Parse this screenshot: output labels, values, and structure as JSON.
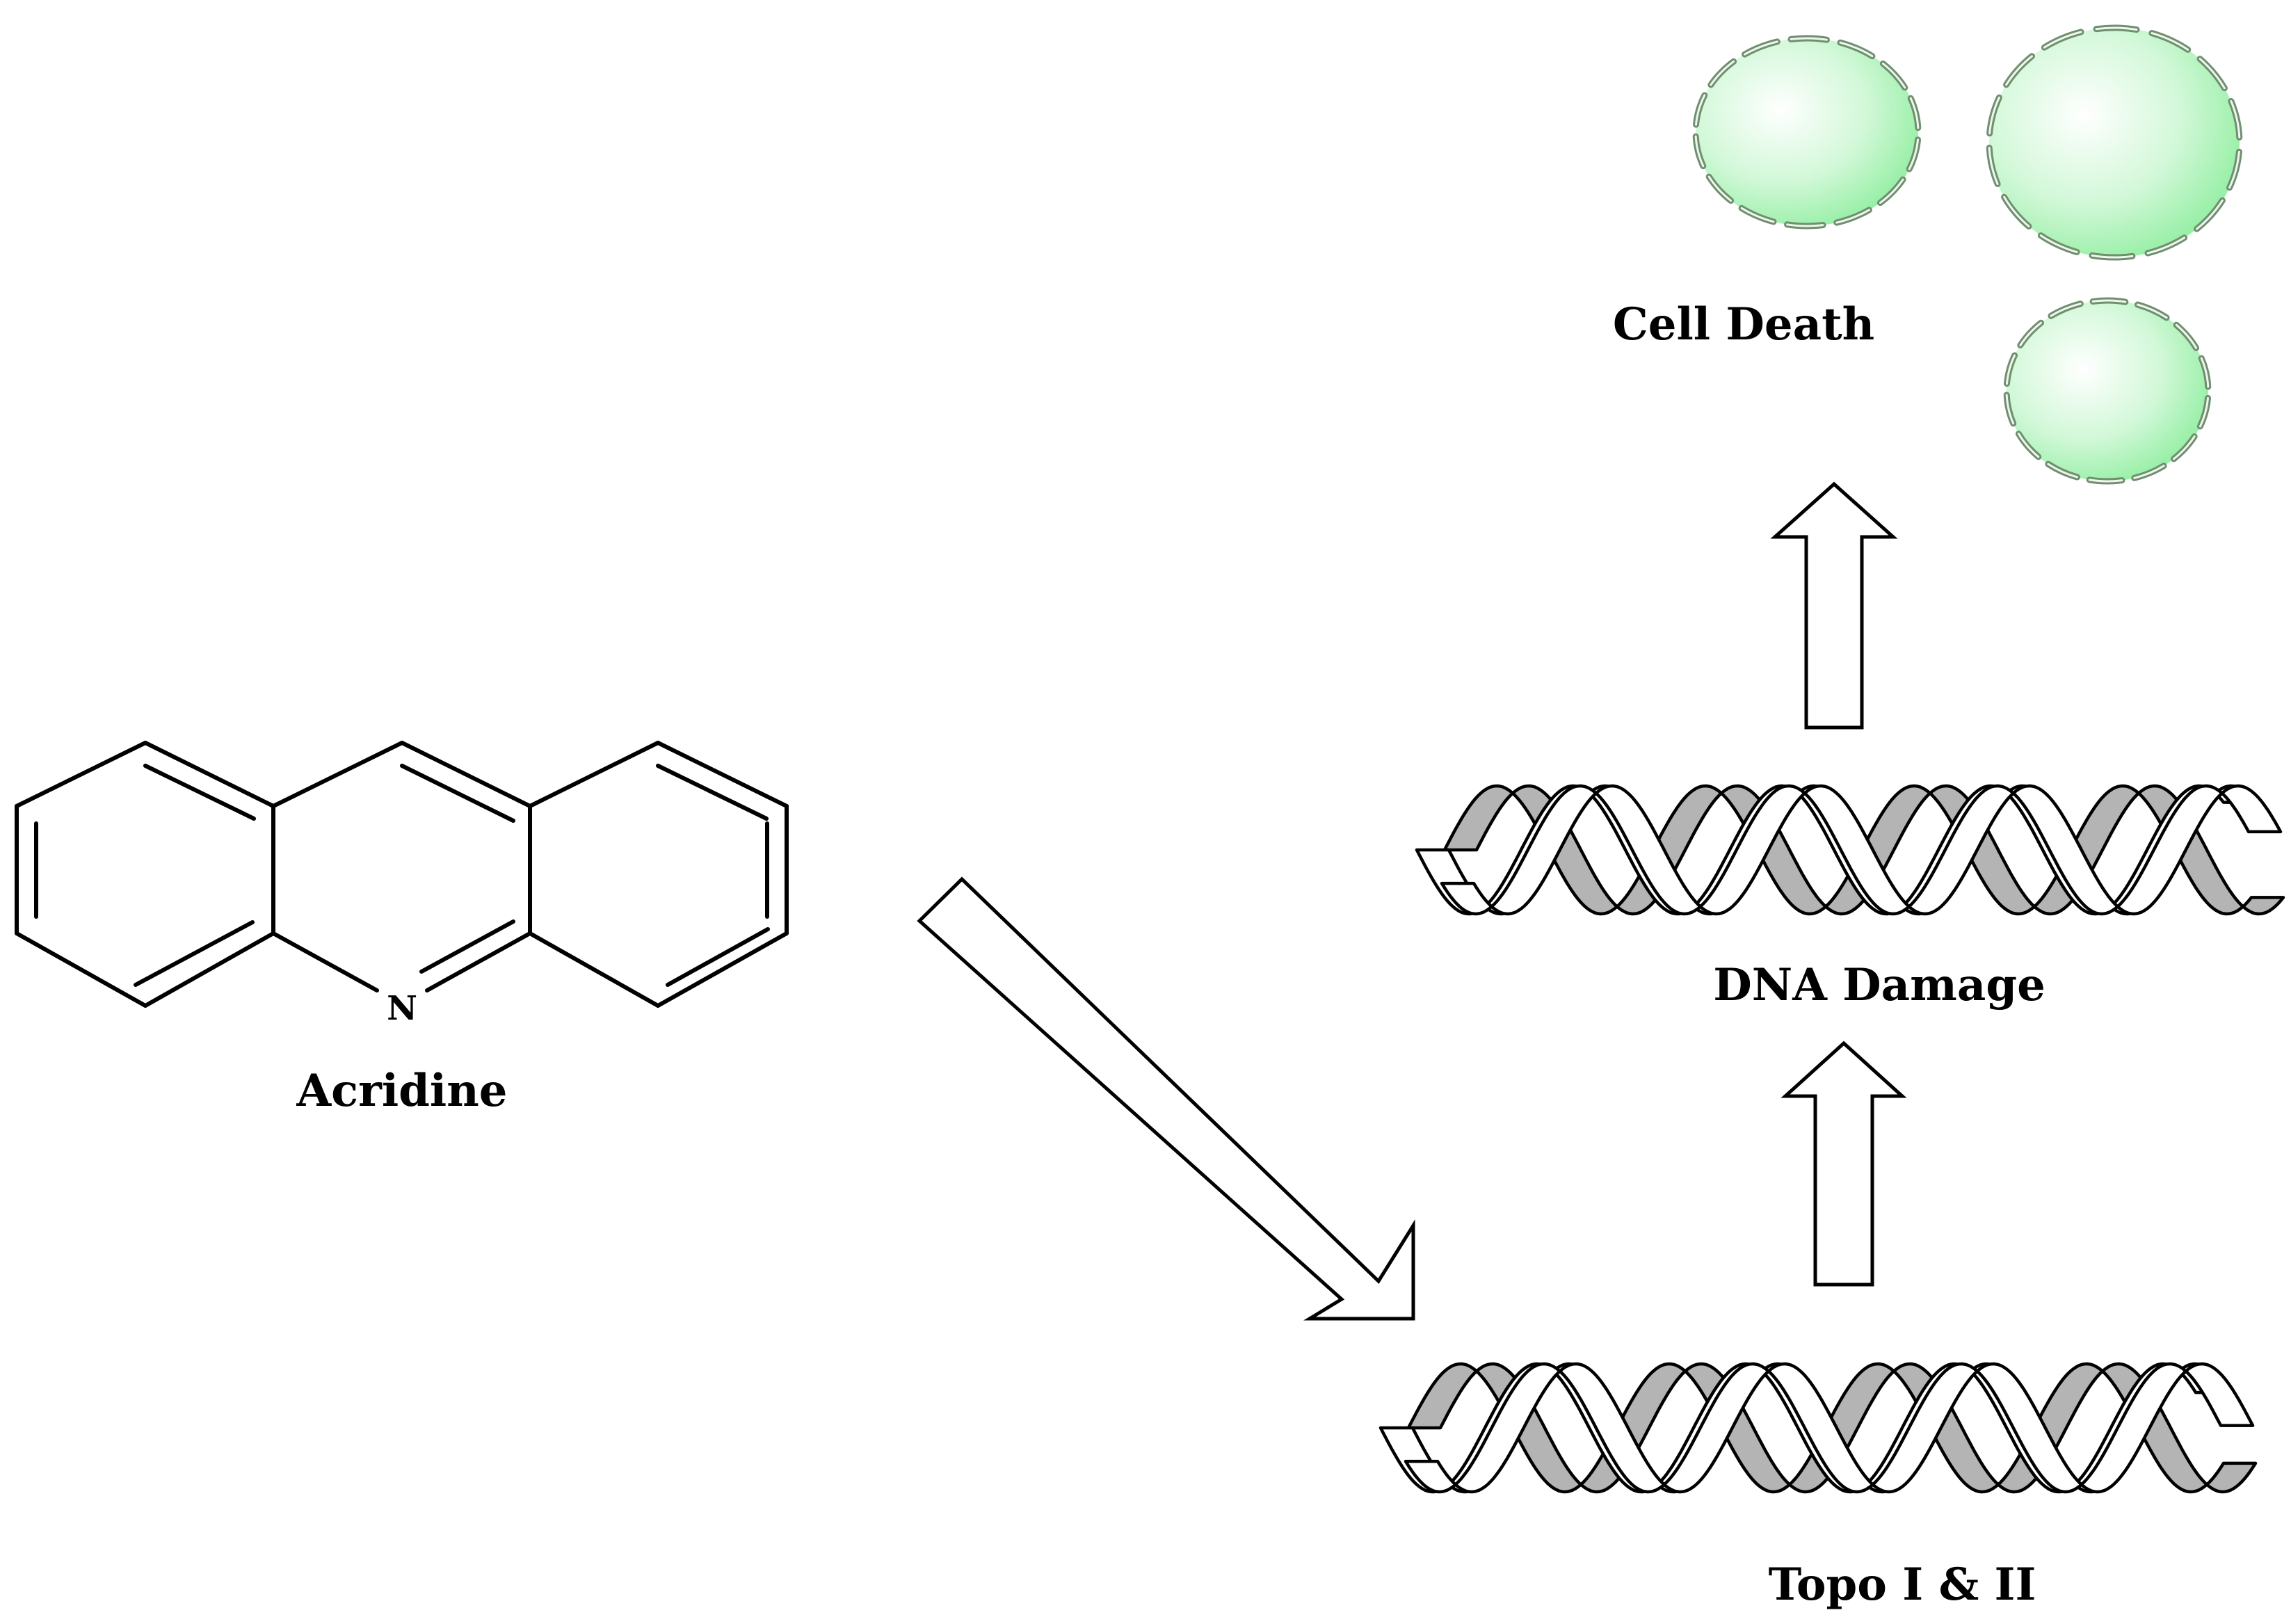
{
  "labels": {
    "acridine": "Acridine",
    "nitrogen": "N",
    "topo": "Topo I & II",
    "dna_damage": "DNA Damage",
    "cell_death": "Cell Death"
  },
  "colors": {
    "cell_fill_center": "#ffffff",
    "cell_fill_edge": "#9af2a8",
    "cell_membrane": "#6f8f6f",
    "dna_back_strand": "#b4b4b4",
    "outline": "#000000"
  },
  "icons": {
    "molecule": "acridine-structure",
    "arrow": "hollow-block-arrow",
    "dna": "double-helix",
    "cell": "dying-cell"
  }
}
